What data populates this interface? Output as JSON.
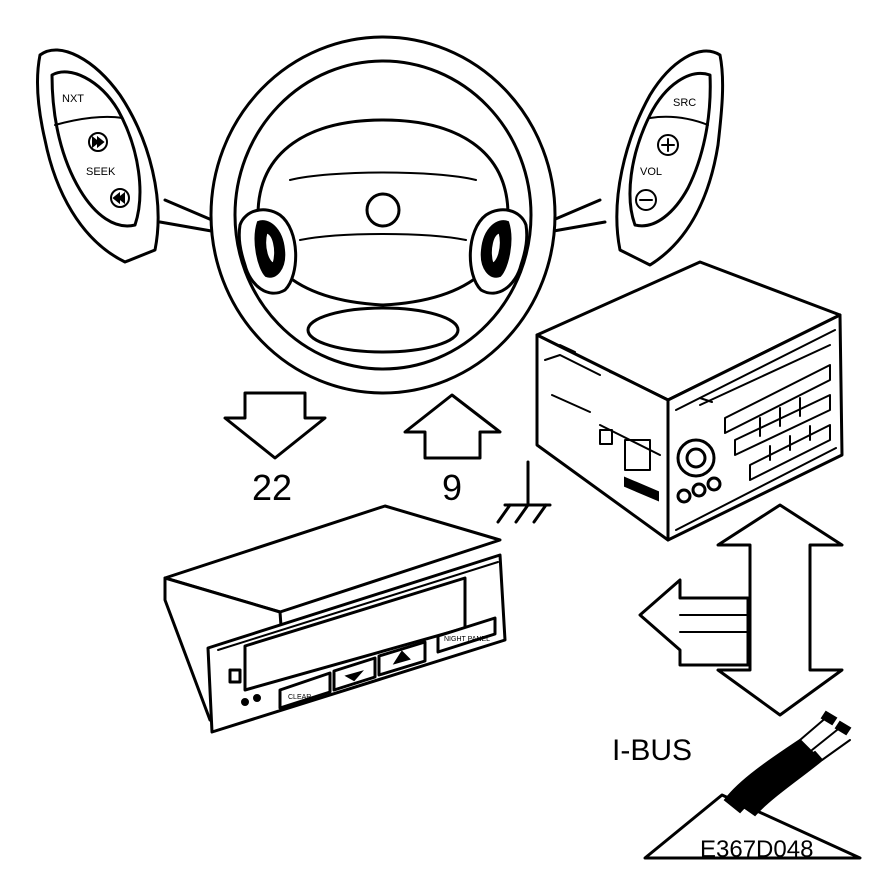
{
  "labels": {
    "left_pad_next": "NXT",
    "left_pad_seek": "SEEK",
    "right_pad_src": "SRC",
    "right_pad_vol": "VOL",
    "display_clear": "CLEAR",
    "display_night_panel": "NIGHT PANEL",
    "arrow_down_value": "22",
    "arrow_up_value": "9",
    "bus_label": "I-BUS",
    "figure_code": "E367D048"
  },
  "icons": [
    "steering-wheel-icon",
    "radio-unit-icon",
    "display-unit-icon",
    "ground-symbol-icon",
    "connector-plug-icon"
  ],
  "colors": {
    "ink": "#000000",
    "paper": "#ffffff"
  }
}
